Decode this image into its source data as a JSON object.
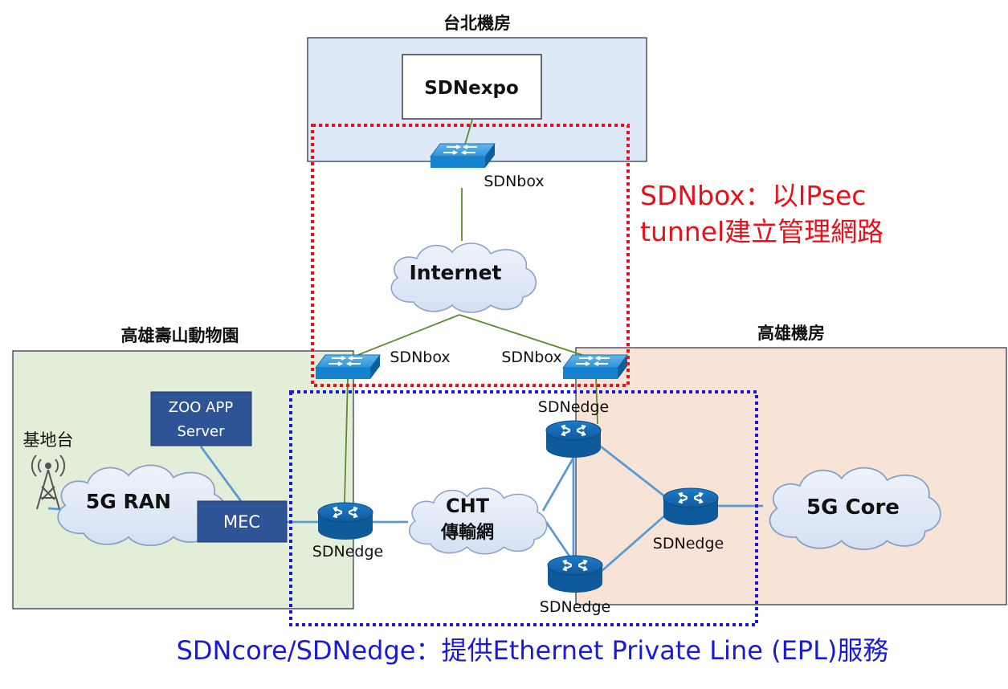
{
  "regions": {
    "taipei": {
      "title": "台北機房",
      "fill": "#dde9f6"
    },
    "zoo": {
      "title": "高雄壽山動物園",
      "fill": "#e3eed8"
    },
    "kaohsiung": {
      "title": "高雄機房",
      "fill": "#f8e4d6"
    }
  },
  "nodes": {
    "sdnexpo": "SDNexpo",
    "internet": "Internet",
    "zoo_app_server_line1": "ZOO APP",
    "zoo_app_server_line2": "Server",
    "mec": "MEC",
    "ran_cloud": "5G RAN",
    "base_station": "基地台",
    "cht_line1": "CHT",
    "cht_line2": "傳輸網",
    "core_cloud": "5G Core"
  },
  "device_labels": {
    "sdnbox_top": "SDNbox",
    "sdnbox_left": "SDNbox",
    "sdnbox_right": "SDNbox",
    "sdnedge_left": "SDNedge",
    "sdnedge_top": "SDNedge",
    "sdnedge_right": "SDNedge",
    "sdnedge_bottom": "SDNedge"
  },
  "annotations": {
    "sdnbox_line1": "SDNbox：以IPsec",
    "sdnbox_line2": "tunnel建立管理網路",
    "sdncore": "SDNcore/SDNedge：提供Ethernet Private Line (EPL)服務"
  },
  "colors": {
    "red_annotation": "#e8101a",
    "blue_annotation": "#1a1ad6",
    "green_link": "#5f8a2e",
    "blue_link": "#5b9bd5",
    "device_blue": "#1b74bf",
    "dark_box": "#2f5496"
  }
}
